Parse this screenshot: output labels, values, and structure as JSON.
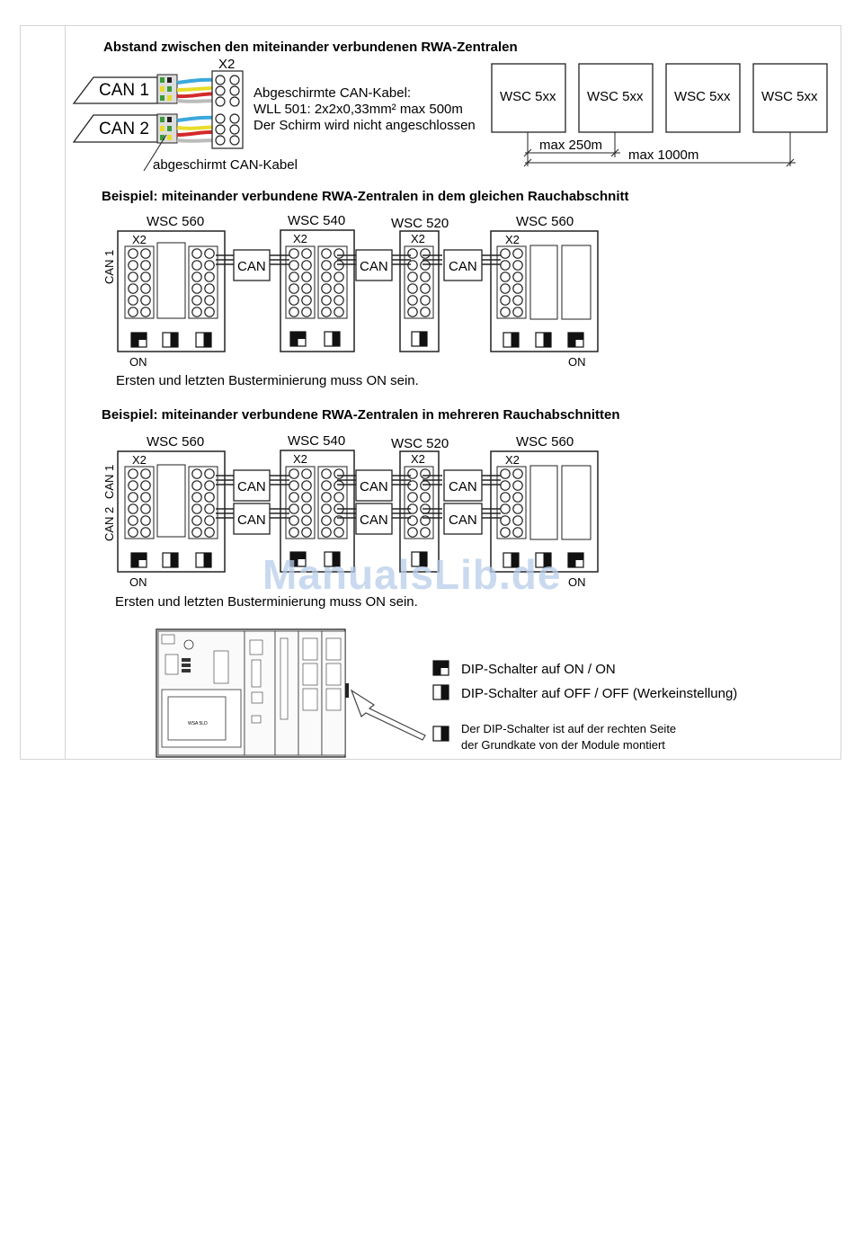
{
  "section1": {
    "heading": "Abstand zwischen den miteinander verbundenen RWA-Zentralen",
    "terminal_label": "X2",
    "can1_label": "CAN 1",
    "can2_label": "CAN 2",
    "cable_info_line1": "Abgeschirmte CAN-Kabel:",
    "cable_info_line2": "WLL 501: 2x2x0,33mm² max 500m",
    "cable_info_line3": "Der Schirm wird nicht angeschlossen",
    "shield_label": "abgeschirmt CAN-Kabel",
    "units": [
      "WSC 5xx",
      "WSC 5xx",
      "WSC 5xx",
      "WSC 5xx"
    ],
    "dim_short": "max 250m",
    "dim_long": "max 1000m"
  },
  "section2": {
    "heading": "Beispiel: miteinander verbundene RWA-Zentralen in dem gleichen Rauchabschnitt",
    "panels": [
      "WSC 560",
      "WSC 540",
      "WSC 520",
      "WSC 560"
    ],
    "x2": "X2",
    "can_side": "CAN 1",
    "can_box": "CAN",
    "on_left": "ON",
    "on_right": "ON",
    "note": "Ersten und letzten Busterminierung muss ON sein."
  },
  "section3": {
    "heading": "Beispiel: miteinander verbundene RWA-Zentralen in mehreren Rauchabschnitten",
    "panels": [
      "WSC 560",
      "WSC 540",
      "WSC 520",
      "WSC 560"
    ],
    "x2": "X2",
    "can_side1": "CAN 1",
    "can_side2": "CAN 2",
    "can_box": "CAN",
    "on_left": "ON",
    "on_right": "ON",
    "note": "Ersten und letzten Busterminierung muss ON sein."
  },
  "legend": {
    "device_label": "WSA 5LD",
    "dip_on": "DIP-Schalter auf ON / ON",
    "dip_off": "DIP-Schalter auf OFF / OFF (Werkeinstellung)",
    "dip_side_line1": "Der DIP-Schalter ist auf der rechten Seite",
    "dip_side_line2": "der Grundkate von der Module montiert"
  },
  "watermark": "ManualsLib.de",
  "colors": {
    "wire_blue": "#3aa8dc",
    "wire_yellow": "#e8dc2a",
    "wire_red": "#d42a2a",
    "wire_green": "#3a9a3a",
    "watermark": "#b7cdea"
  }
}
